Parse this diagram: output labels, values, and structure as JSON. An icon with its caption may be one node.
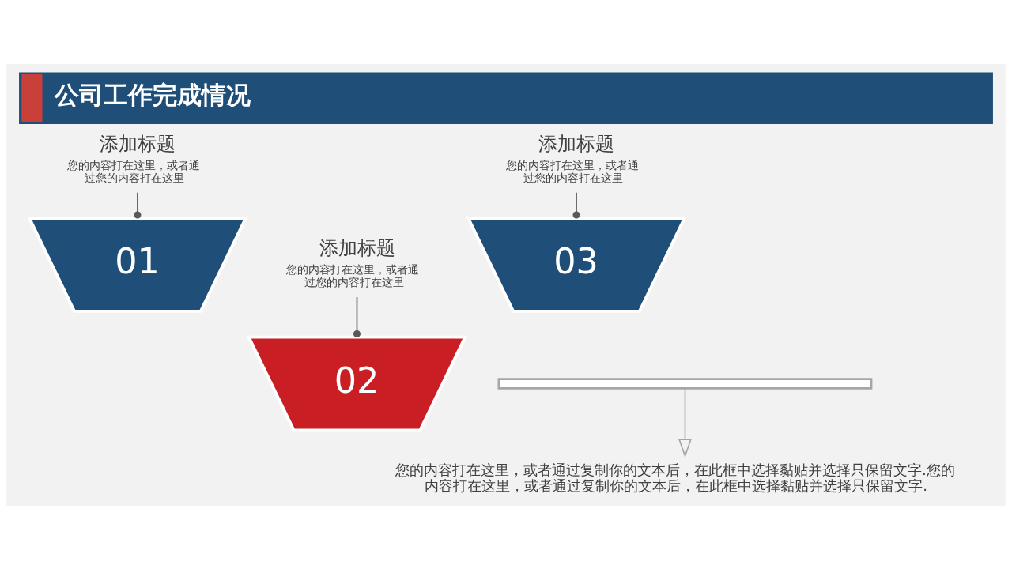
{
  "diagram": {
    "title": "公司工作完成情况",
    "nodes": [
      {
        "text": [
          "添加标题",
          "您的内容打在这里，或者通过您的内容打在这里"
        ]
      },
      {
        "text": [
          "添加标题",
          "您的内容打在这里，或者通过您的内容打在这里"
        ]
      },
      {
        "text": [
          "添加标题",
          "您的内容打在这里，或者通过您的内容打在这里"
        ]
      },
      {
        "text": [
          "01"
        ]
      },
      {
        "text": [
          "02"
        ]
      },
      {
        "text": [
          "03"
        ]
      },
      {
        "text": [],
        "shape": "bar"
      },
      {
        "text": [
          "您的内容打在这里，或者通过复制你的文本后，在此框中选择黏贴并选择只保留文字.您的内容打在这里，或者通过复制你的文本后，在此框中选择黏贴并选择只保留文字."
        ]
      }
    ],
    "edges": [
      {
        "from": 0,
        "to": 3,
        "arrow": "other"
      },
      {
        "from": 1,
        "to": 4,
        "arrow": "other"
      },
      {
        "from": 2,
        "to": 5,
        "arrow": "other"
      },
      {
        "from": 6,
        "to": 7,
        "arrow": "to",
        "color": "#a6a6a6"
      }
    ]
  }
}
